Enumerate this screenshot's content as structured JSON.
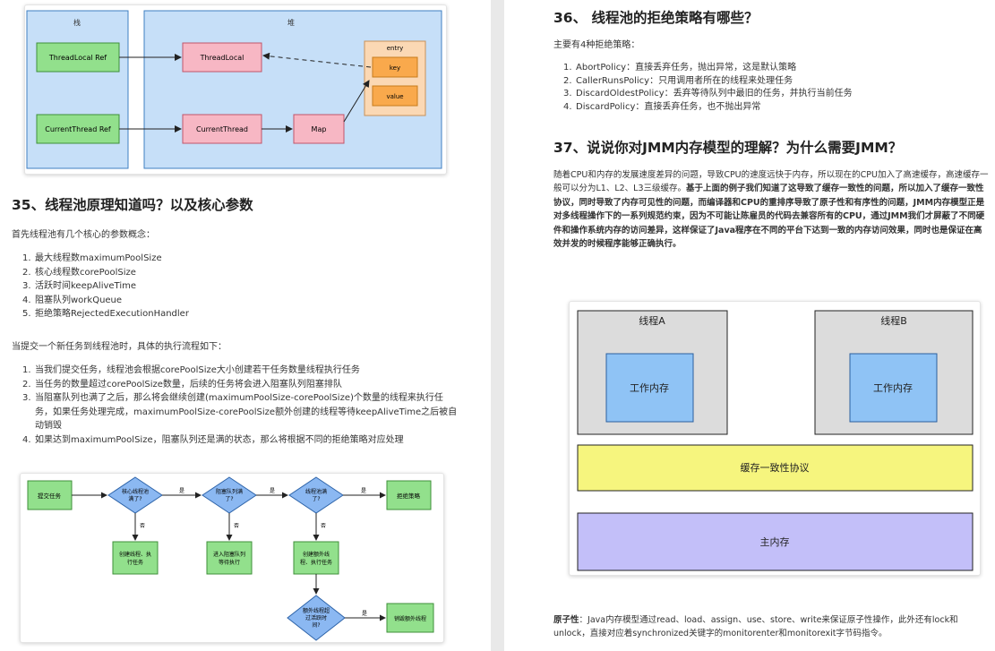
{
  "left": {
    "fig1": {
      "stack_label": "栈",
      "heap_label": "堆",
      "threadlocal_ref": "ThreadLocal Ref",
      "currentthread_ref": "CurrentThread Ref",
      "threadlocal": "ThreadLocal",
      "currentthread": "CurrentThread",
      "map": "Map",
      "entry": "entry",
      "key": "key",
      "value": "value"
    },
    "q35": {
      "title": "35、线程池原理知道吗？以及核心参数",
      "intro": "首先线程池有几个核心的参数概念：",
      "params": [
        {
          "num": "1.",
          "text": "最大线程数maximumPoolSize"
        },
        {
          "num": "2.",
          "text": "核心线程数corePoolSize"
        },
        {
          "num": "3.",
          "text": "活跃时间keepAliveTime"
        },
        {
          "num": "4.",
          "text": "阻塞队列workQueue"
        },
        {
          "num": "5.",
          "text": "拒绝策略RejectedExecutionHandler"
        }
      ],
      "flow_intro": "当提交一个新任务到线程池时，具体的执行流程如下：",
      "steps": [
        {
          "num": "1.",
          "text": "当我们提交任务，线程池会根据corePoolSize大小创建若干任务数量线程执行任务"
        },
        {
          "num": "2.",
          "text": "当任务的数量超过corePoolSize数量，后续的任务将会进入阻塞队列阻塞排队"
        },
        {
          "num": "3.",
          "text": "当阻塞队列也满了之后，那么将会继续创建(maximumPoolSize-corePoolSize)个数量的线程来执行任务，如果任务处理完成，maximumPoolSize-corePoolSize额外创建的线程等待keepAliveTime之后被自动销毁"
        },
        {
          "num": "4.",
          "text": "如果达到maximumPoolSize，阻塞队列还是满的状态，那么将根据不同的拒绝策略对应处理"
        }
      ]
    },
    "flow": {
      "submit": "提交任务",
      "d1": [
        "核心线程池",
        "满了?"
      ],
      "d2": [
        "阻塞队列满",
        "了?"
      ],
      "d3": [
        "线程池满",
        "了?"
      ],
      "reject": "拒绝策略",
      "yes": "是",
      "no": "否",
      "b1": [
        "创建线程、执",
        "行任务"
      ],
      "b2": [
        "进入阻塞队列",
        "等待执行"
      ],
      "b3": [
        "创建额外线",
        "程、执行任务"
      ],
      "d4": [
        "额外线程超",
        "过活跃时",
        "间?"
      ],
      "destroy": "销毁额外线程"
    }
  },
  "right": {
    "q36": {
      "title": "36、 线程池的拒绝策略有哪些？",
      "intro": "主要有4种拒绝策略：",
      "items": [
        {
          "num": "1.",
          "text": "AbortPolicy：直接丢弃任务，抛出异常，这是默认策略"
        },
        {
          "num": "2.",
          "text": "CallerRunsPolicy：只用调用者所在的线程来处理任务"
        },
        {
          "num": "3.",
          "text": "DiscardOldestPolicy：丢弃等待队列中最旧的任务，并执行当前任务"
        },
        {
          "num": "4.",
          "text": "DiscardPolicy：直接丢弃任务，也不抛出异常"
        }
      ]
    },
    "q37": {
      "title": "37、说说你对JMM内存模型的理解？为什么需要JMM？",
      "para_normal": "随着CPU和内存的发展速度差异的问题，导致CPU的速度远快于内存，所以现在的CPU加入了高速缓存，高速缓存一般可以分为L1、L2、L3三级缓存。",
      "para_bold": "基于上面的例子我们知道了这导致了缓存一致性的问题，所以加入了缓存一致性协议，同时导致了内存可见性的问题，而编译器和CPU的重排序导致了原子性和有序性的问题，JMM内存模型正是对多线程操作下的一系列规范约束，因为不可能让陈雇员的代码去兼容所有的CPU，通过JMM我们才屏蔽了不同硬件和操作系统内存的访问差异，这样保证了Java程序在不同的平台下达到一致的内存访问效果，同时也是保证在高效并发的时候程序能够正确执行。",
      "diagram": {
        "thread_a": "线程A",
        "thread_b": "线程B",
        "work_mem": "工作内存",
        "cache_protocol": "缓存一致性协议",
        "main_mem": "主内存"
      },
      "atom_label": "原子性",
      "atom_text": "：Java内存模型通过read、load、assign、use、store、write来保证原子性操作，此外还有lock和unlock，直接对应着synchronized关键字的monitorenter和monitorexit字节码指令。"
    }
  }
}
